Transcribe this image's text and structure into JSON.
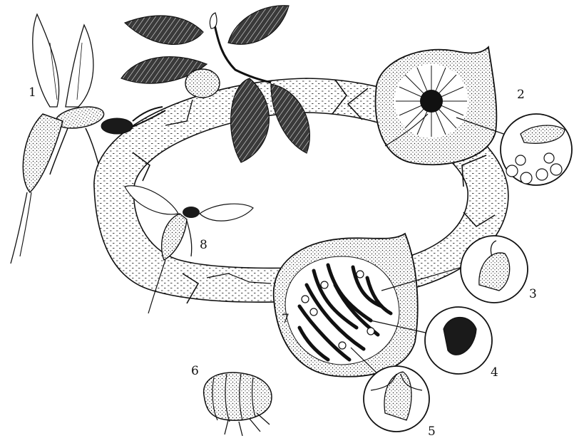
{
  "labels": [
    {
      "id": "stage-1",
      "text": "1"
    },
    {
      "id": "stage-2",
      "text": "2"
    },
    {
      "id": "stage-3",
      "text": "3"
    },
    {
      "id": "stage-4",
      "text": "4"
    },
    {
      "id": "stage-5",
      "text": "5"
    },
    {
      "id": "stage-6",
      "text": "6"
    },
    {
      "id": "stage-7",
      "text": "7"
    },
    {
      "id": "stage-8",
      "text": "8"
    }
  ],
  "colors": {
    "ink": "#111111",
    "background": "#ffffff",
    "stipple": "#444444"
  },
  "icons": [
    "wasp-icon",
    "fig-leaf-icon",
    "fig-fruit-icon",
    "larva-icon",
    "flower-icon",
    "magnifier-circle-icon"
  ]
}
